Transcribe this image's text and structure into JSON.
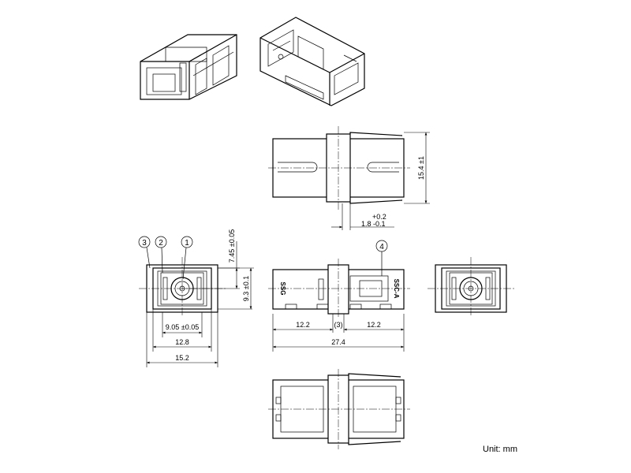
{
  "dimensions": {
    "height_overall": "15.4 ±1",
    "latch_tol_plus": "+0.2",
    "latch_value": "1.8 -0.1",
    "half_height": "7.45 ±0.05",
    "inner_height": "9.3 ±0.1",
    "inner_width": "9.05 ±0.05",
    "body_width": "12.8",
    "flange_width": "15.2",
    "side_left": "12.2",
    "side_center": "(3)",
    "side_right": "12.2",
    "total_length": "27.4"
  },
  "callouts": [
    "3",
    "2",
    "1",
    "4"
  ],
  "body_marks": {
    "left": "SSG",
    "right": "SSC-A"
  },
  "unit_label": "Unit: mm"
}
